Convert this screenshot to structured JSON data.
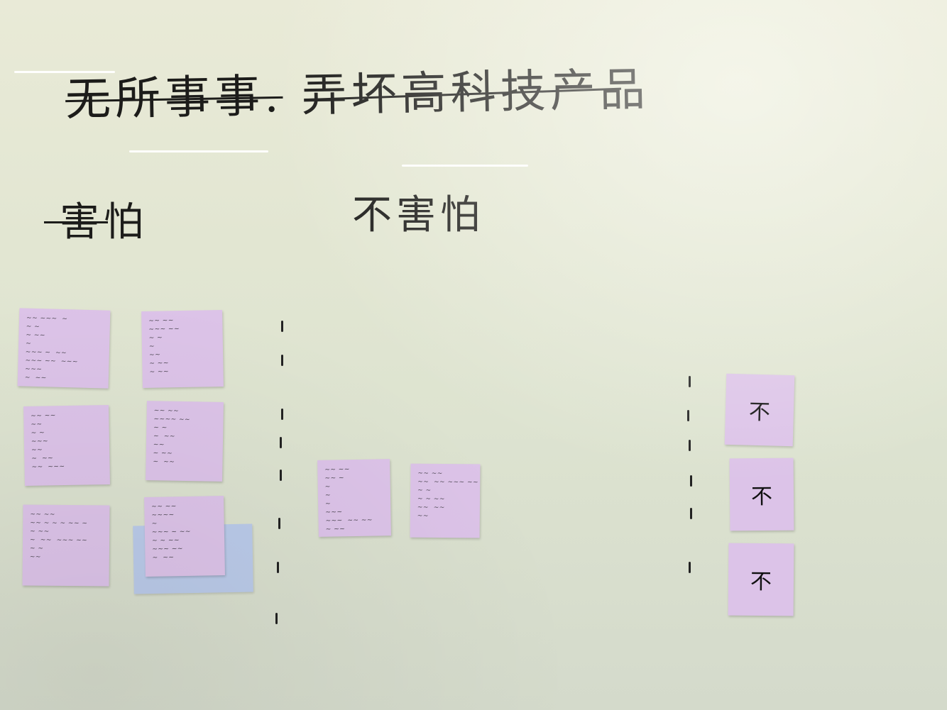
{
  "title": {
    "strike": "无所事事.",
    "rest": "弄坏高科技产品"
  },
  "columns": {
    "afraid": "害怕",
    "not_afraid": "不害怕"
  },
  "big_notes": [
    "不",
    "不",
    "不"
  ],
  "colors": {
    "sticky_note": "#dcc3e8",
    "board": "#e4e7d3",
    "blue_note": "#b7c8ec",
    "marker": "#1c1c1a"
  }
}
